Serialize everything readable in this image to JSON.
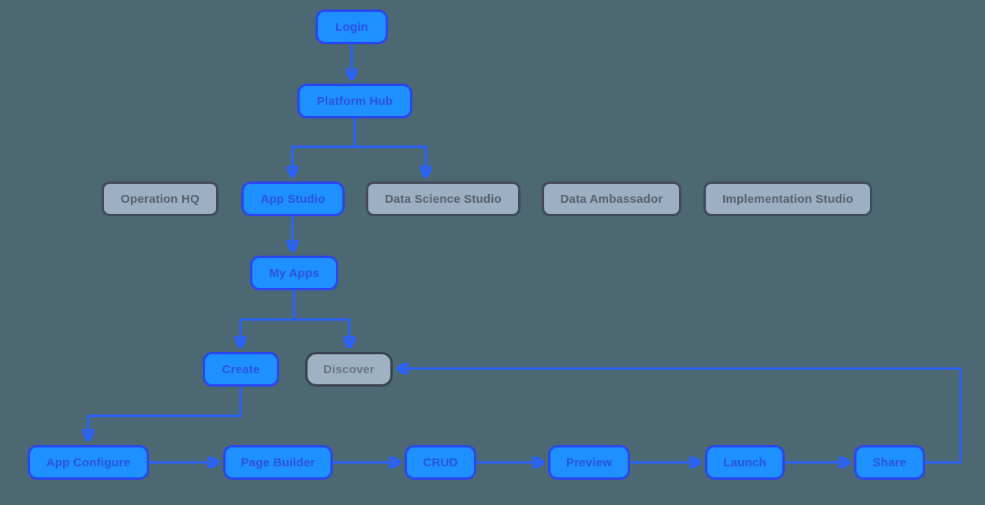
{
  "diagram": {
    "type": "flowchart",
    "background_color": "#4C6872",
    "edge_color": "#2962FF",
    "styles": {
      "primary": {
        "fill": "#1E90FF",
        "border": "#2946F0",
        "text": "#2C52E0"
      },
      "secondary": {
        "fill": "#9DAFC2",
        "border": "#414B59",
        "text": "#57616E"
      },
      "secondary_dark": {
        "fill": "#9FB2C4",
        "border": "#39414D",
        "text": "#6A7482"
      }
    },
    "nodes": {
      "login": {
        "label": "Login",
        "style": "primary"
      },
      "platform_hub": {
        "label": "Platform Hub",
        "style": "primary"
      },
      "operation_hq": {
        "label": "Operation HQ",
        "style": "secondary"
      },
      "app_studio": {
        "label": "App Studio",
        "style": "primary"
      },
      "data_science_studio": {
        "label": "Data Science Studio",
        "style": "secondary"
      },
      "data_ambassador": {
        "label": "Data Ambassador",
        "style": "secondary"
      },
      "implementation_studio": {
        "label": "Implementation Studio",
        "style": "secondary"
      },
      "my_apps": {
        "label": "My Apps",
        "style": "primary"
      },
      "create": {
        "label": "Create",
        "style": "primary"
      },
      "discover": {
        "label": "Discover",
        "style": "secondary_dark"
      },
      "app_configure": {
        "label": "App Configure",
        "style": "primary"
      },
      "page_builder": {
        "label": "Page Builder",
        "style": "primary"
      },
      "crud": {
        "label": "CRUD",
        "style": "primary"
      },
      "preview": {
        "label": "Preview",
        "style": "primary"
      },
      "launch": {
        "label": "Launch",
        "style": "primary"
      },
      "share": {
        "label": "Share",
        "style": "primary"
      }
    },
    "edges": [
      {
        "from": "login",
        "to": "platform_hub"
      },
      {
        "from": "platform_hub",
        "to": "app_studio"
      },
      {
        "from": "platform_hub",
        "to": "data_science_studio"
      },
      {
        "from": "app_studio",
        "to": "my_apps"
      },
      {
        "from": "my_apps",
        "to": "create"
      },
      {
        "from": "my_apps",
        "to": "discover"
      },
      {
        "from": "create",
        "to": "app_configure"
      },
      {
        "from": "app_configure",
        "to": "page_builder"
      },
      {
        "from": "page_builder",
        "to": "crud"
      },
      {
        "from": "crud",
        "to": "preview"
      },
      {
        "from": "preview",
        "to": "launch"
      },
      {
        "from": "launch",
        "to": "share"
      },
      {
        "from": "share",
        "to": "discover"
      }
    ]
  }
}
